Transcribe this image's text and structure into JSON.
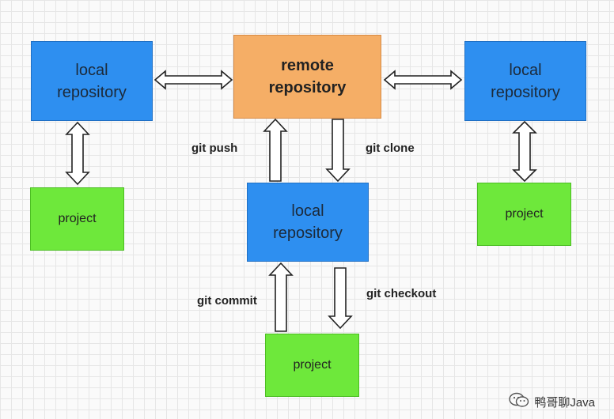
{
  "nodes": {
    "local_left": "local\nrepository",
    "remote": "remote\nrepository",
    "local_right": "local\nrepository",
    "local_center": "local\nrepository",
    "project_left": "project",
    "project_right": "project",
    "project_bottom": "project"
  },
  "labels": {
    "git_push": "git push",
    "git_clone": "git clone",
    "git_commit": "git commit",
    "git_checkout": "git checkout"
  },
  "watermark": {
    "text": "鸭哥聊Java",
    "icon": "wechat-icon"
  },
  "colors": {
    "local": "#2e8ff0",
    "remote": "#f5ae66",
    "project": "#6ee83b"
  }
}
